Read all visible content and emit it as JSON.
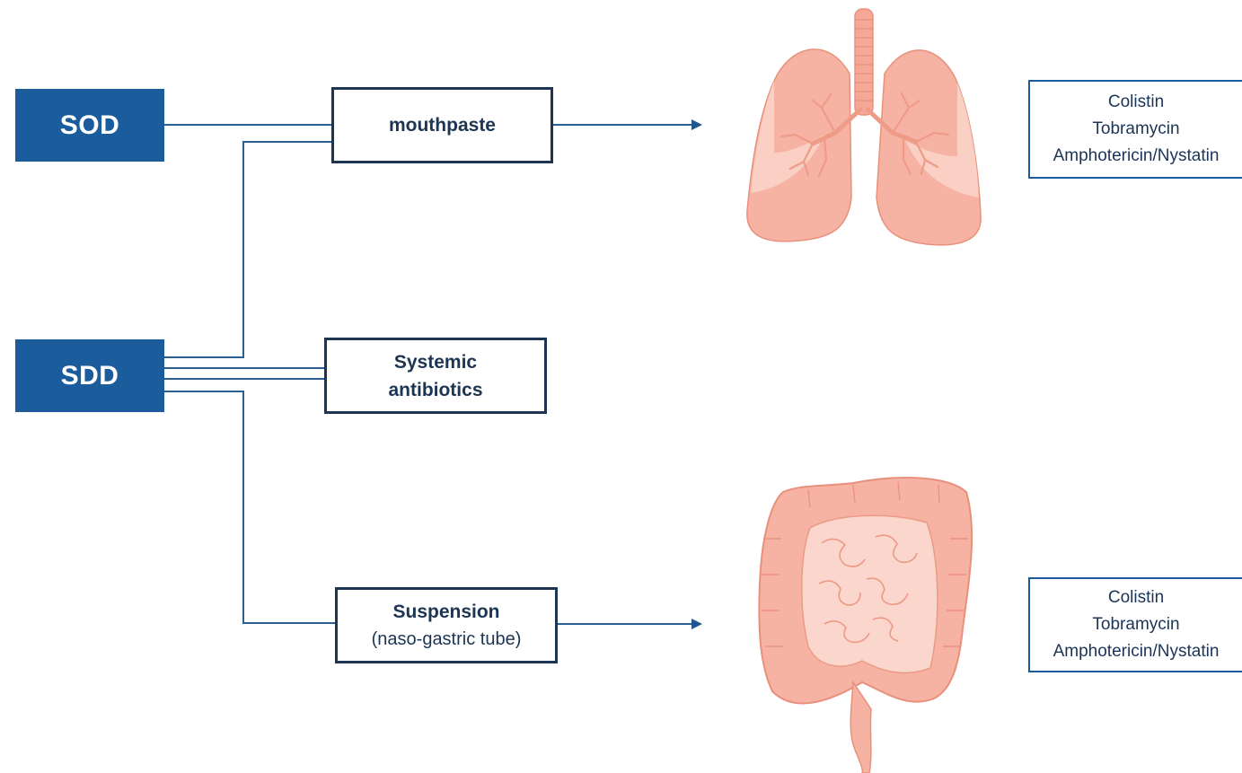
{
  "nodes": {
    "sod": "SOD",
    "sdd": "SDD",
    "mouthpaste": "mouthpaste",
    "systemic_line1": "Systemic",
    "systemic_line2": "antibiotics",
    "suspension_title": "Suspension",
    "suspension_sub": "(naso-gastric tube)"
  },
  "targets": {
    "lungs": {
      "icon": "lungs-icon",
      "drugs": [
        "Colistin",
        "Tobramycin",
        "Amphotericin/Nystatin"
      ]
    },
    "intestine": {
      "icon": "intestine-icon",
      "drugs": [
        "Colistin",
        "Tobramycin",
        "Amphotericin/Nystatin"
      ]
    }
  },
  "colors": {
    "primary_blue": "#1b5c9c",
    "outline_navy": "#1c3552",
    "connector": "#2a5f93",
    "organ_fill": "#f6b3a3",
    "organ_light": "#fbd6cc",
    "organ_stroke": "#e9907c"
  }
}
